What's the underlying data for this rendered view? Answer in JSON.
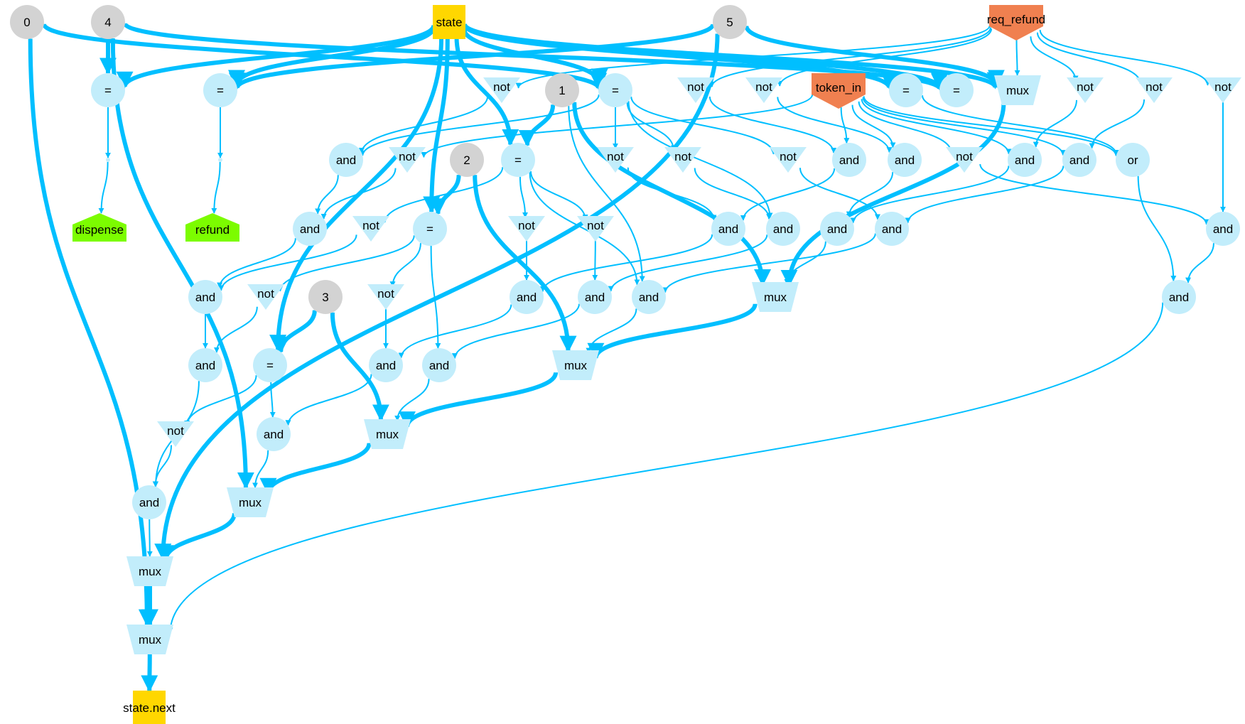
{
  "colors": {
    "edge": "#00BFFF",
    "op_node": "#C2EDFB",
    "const_node": "#D3D3D3",
    "register": "#FFD700",
    "input": "#F08050",
    "output": "#7CFC00"
  },
  "labels": {
    "c0": "0",
    "c1": "1",
    "c2": "2",
    "c3": "3",
    "c4": "4",
    "c5": "5",
    "state": "state",
    "req_refund": "req_refund",
    "token_in": "token_in",
    "dispense": "dispense",
    "refund": "refund",
    "state_next": "state.next",
    "op_eq": "=",
    "op_not": "not",
    "op_and": "and",
    "op_or": "or",
    "op_mux": "mux"
  }
}
